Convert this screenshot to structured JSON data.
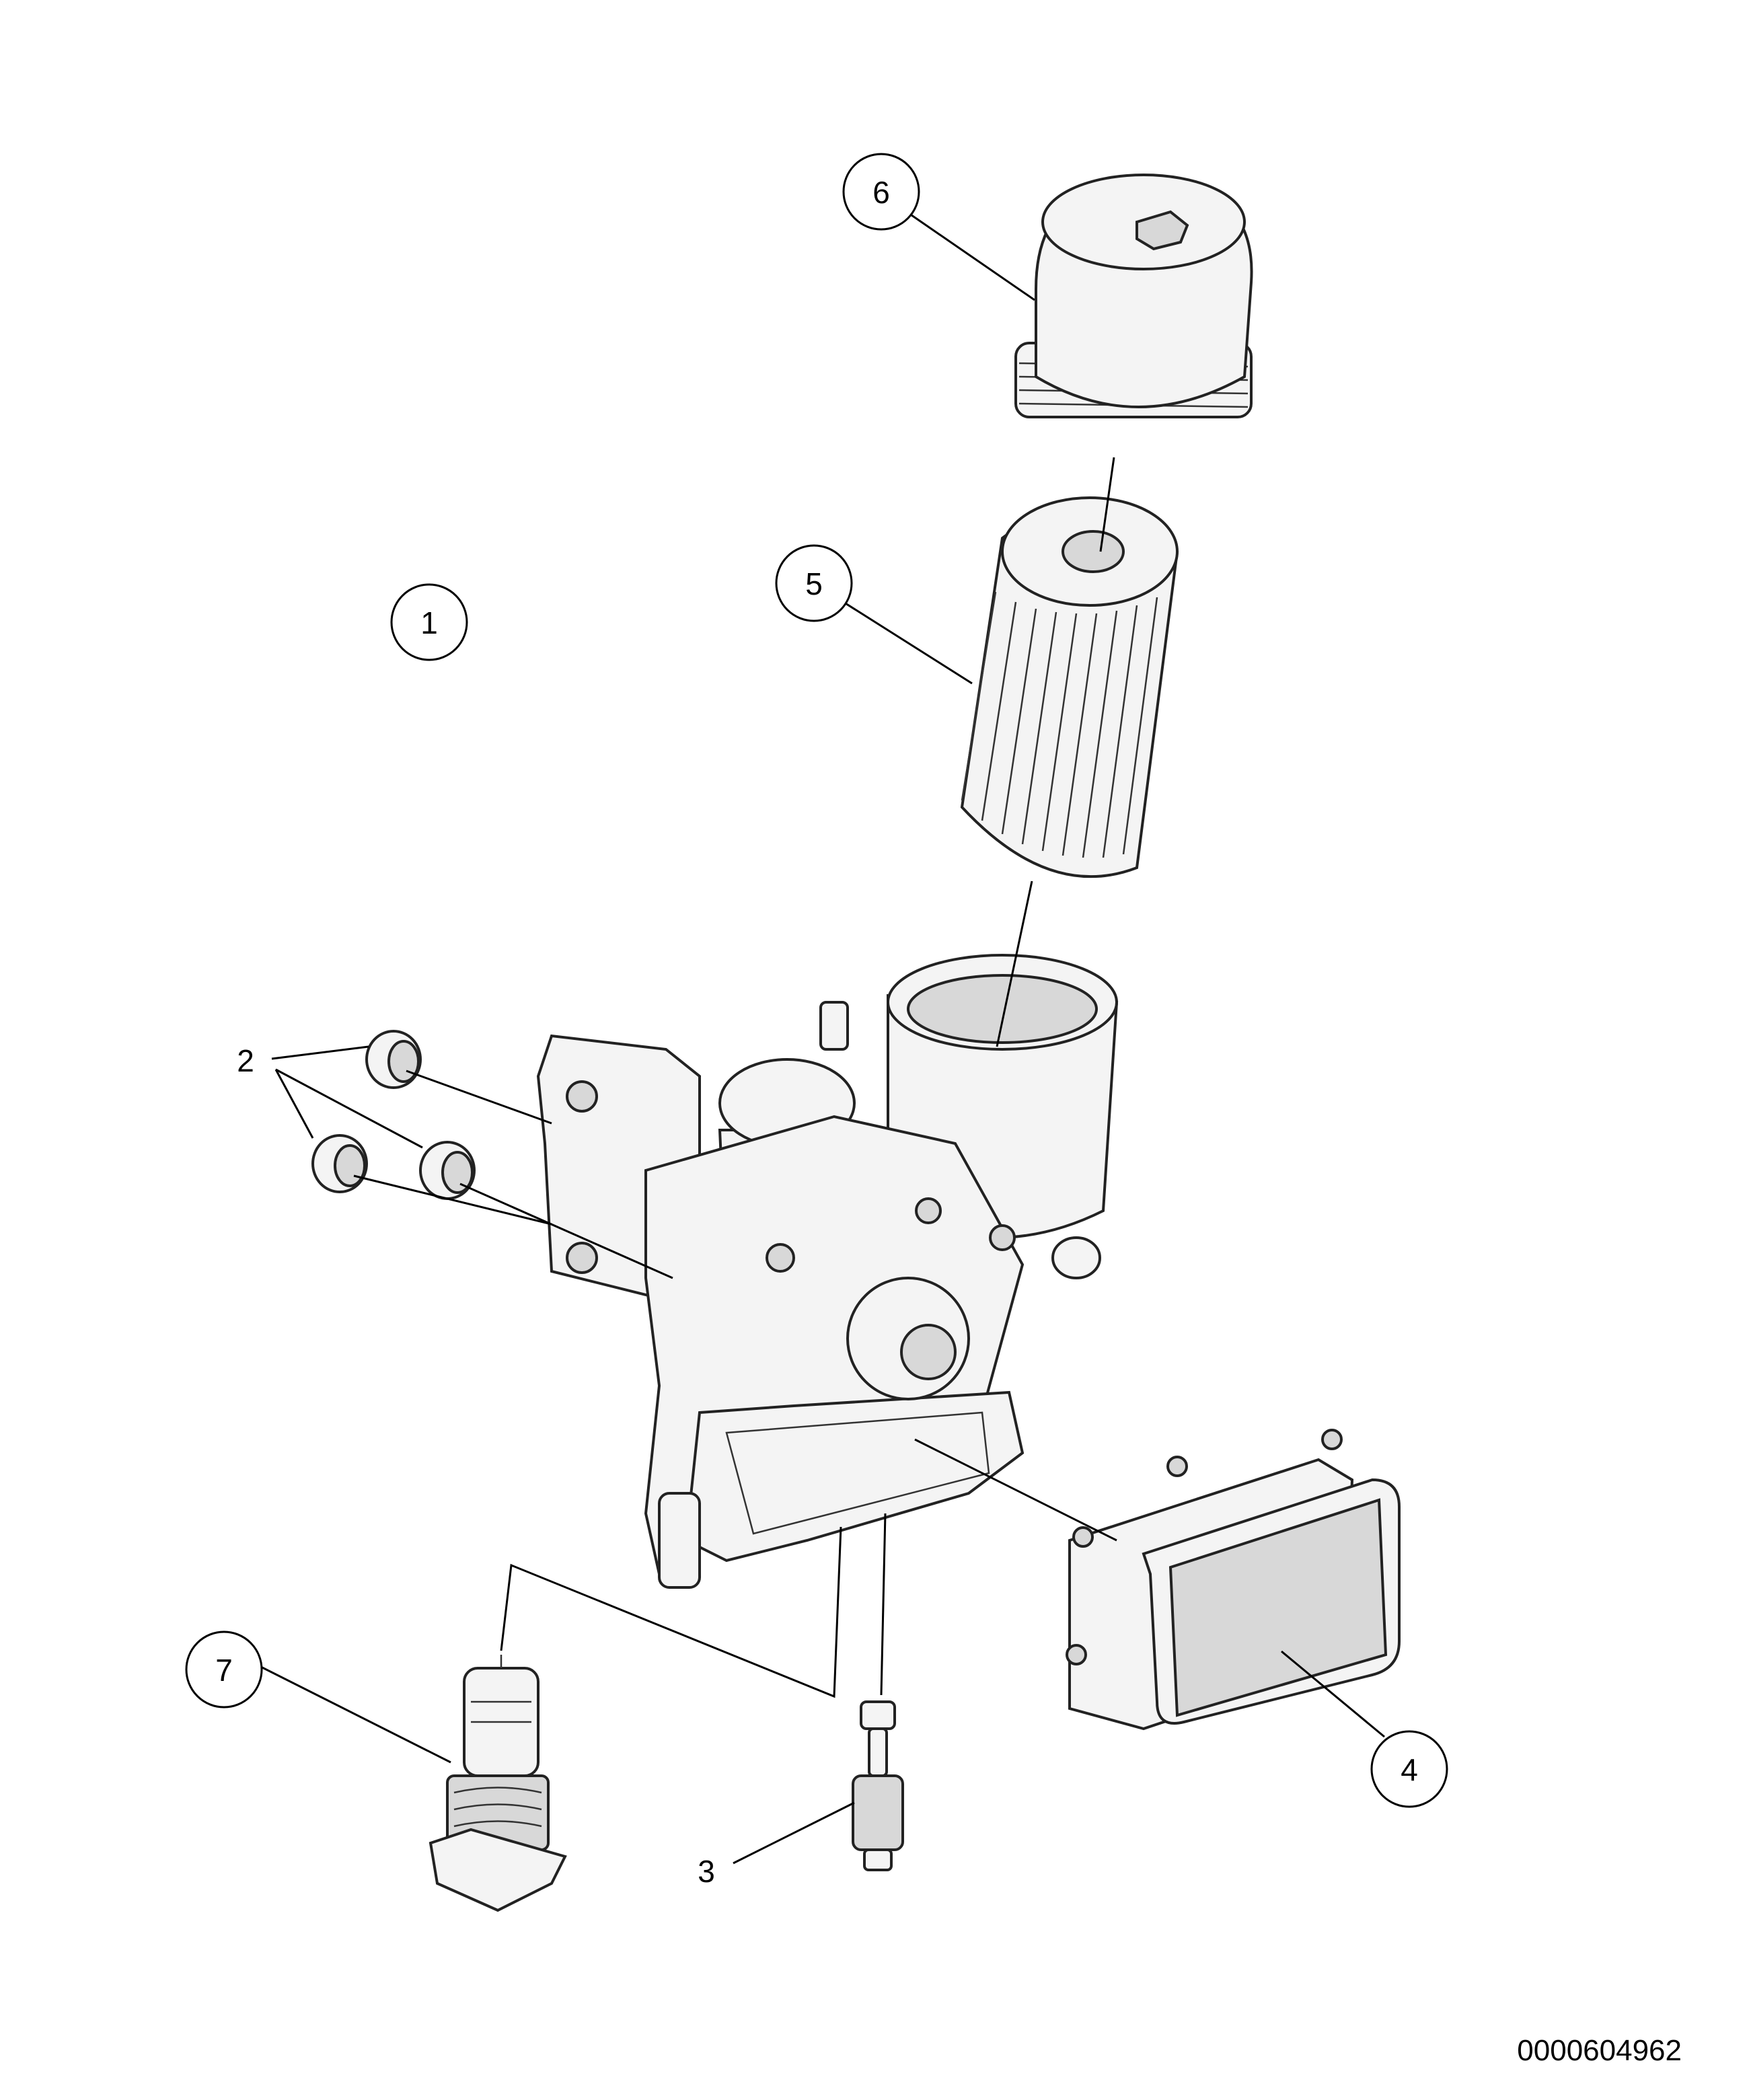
{
  "callouts": [
    {
      "id": "c1",
      "label": "1"
    },
    {
      "id": "c2",
      "label": "2"
    },
    {
      "id": "c3",
      "label": "3"
    },
    {
      "id": "c4",
      "label": "4"
    },
    {
      "id": "c5",
      "label": "5"
    },
    {
      "id": "c6",
      "label": "6"
    },
    {
      "id": "c7",
      "label": "7"
    }
  ],
  "reference_number": "0000604962"
}
